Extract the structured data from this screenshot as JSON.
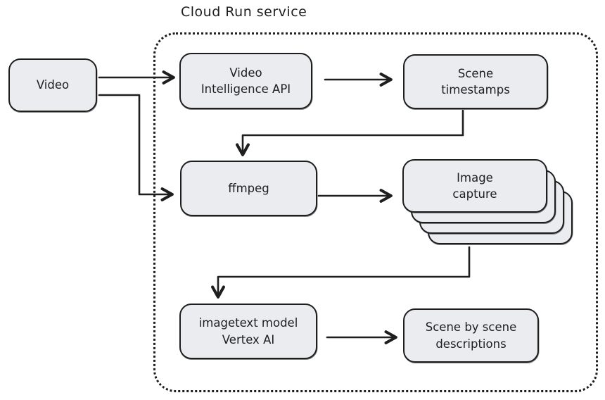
{
  "title": "Cloud Run service",
  "colors": {
    "stroke": "#1e1e1e",
    "node_fill": "#ebecf0",
    "background": "#ffffff"
  },
  "container": {
    "label": "Cloud Run service",
    "border_style": "dotted"
  },
  "nodes": {
    "video": {
      "label": "Video"
    },
    "video_intelligence_api": {
      "label": "Video\nIntelligence API"
    },
    "scene_timestamps": {
      "label": "Scene\ntimestamps"
    },
    "ffmpeg": {
      "label": "ffmpeg"
    },
    "image_capture": {
      "label": "Image\ncapture",
      "stack_count": 4
    },
    "imagetext_vertex": {
      "label": "imagetext model\nVertex AI"
    },
    "scene_descriptions": {
      "label": "Scene by scene\ndescriptions"
    }
  },
  "edges": [
    {
      "from": "video",
      "to": "video_intelligence_api"
    },
    {
      "from": "video",
      "to": "ffmpeg"
    },
    {
      "from": "video_intelligence_api",
      "to": "scene_timestamps"
    },
    {
      "from": "scene_timestamps",
      "to": "ffmpeg"
    },
    {
      "from": "ffmpeg",
      "to": "image_capture"
    },
    {
      "from": "image_capture",
      "to": "imagetext_vertex"
    },
    {
      "from": "imagetext_vertex",
      "to": "scene_descriptions"
    }
  ]
}
